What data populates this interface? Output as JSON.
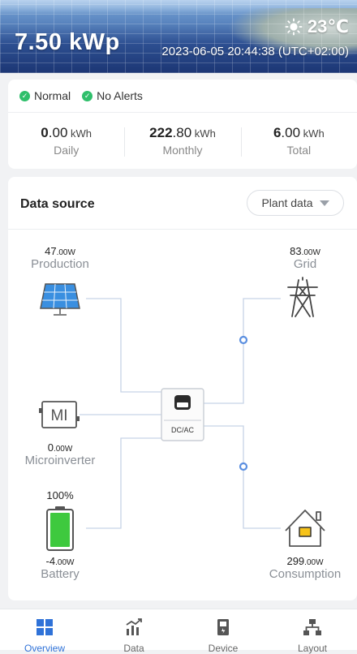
{
  "header": {
    "capacity": "7.50 kWp",
    "datetime": "2023-06-05 20:44:38 (UTC+02:00)",
    "temperature": "23℃",
    "weather_icon": "sun-icon"
  },
  "status": {
    "normal_label": "Normal",
    "alerts_label": "No Alerts",
    "ok_color": "#2fbf6b"
  },
  "energy": {
    "daily": {
      "int": "0",
      "dec": ".00",
      "unit": " kWh",
      "label": "Daily"
    },
    "monthly": {
      "int": "222",
      "dec": ".80",
      "unit": " kWh",
      "label": "Monthly"
    },
    "total": {
      "int": "6",
      "dec": ".00",
      "unit": " kWh",
      "label": "Total"
    }
  },
  "datasource": {
    "title": "Data source",
    "selected": "Plant data",
    "inverter_label": "DC/AC",
    "nodes": {
      "production": {
        "value": "47",
        "unit": ".00W",
        "label": "Production"
      },
      "grid": {
        "value": "83",
        "unit": ".00W",
        "label": "Grid"
      },
      "microinverter": {
        "value": "0",
        "unit": ".00W",
        "label": "Microinverter",
        "icon_text": "MI"
      },
      "battery": {
        "percent": "100%",
        "value": "-4",
        "unit": ".00W",
        "label": "Battery",
        "level": 1.0
      },
      "consumption": {
        "value": "299",
        "unit": ".00W",
        "label": "Consumption"
      }
    },
    "battery_color": "#3ec93e",
    "flow_dot_color": "#5b8fe0",
    "house_window_color": "#f6c31a"
  },
  "nav": {
    "items": [
      {
        "label": "Overview",
        "icon": "grid-icon"
      },
      {
        "label": "Data",
        "icon": "chart-icon"
      },
      {
        "label": "Device",
        "icon": "device-icon"
      },
      {
        "label": "Layout",
        "icon": "layout-icon"
      }
    ],
    "active_color": "#2f72d8"
  }
}
